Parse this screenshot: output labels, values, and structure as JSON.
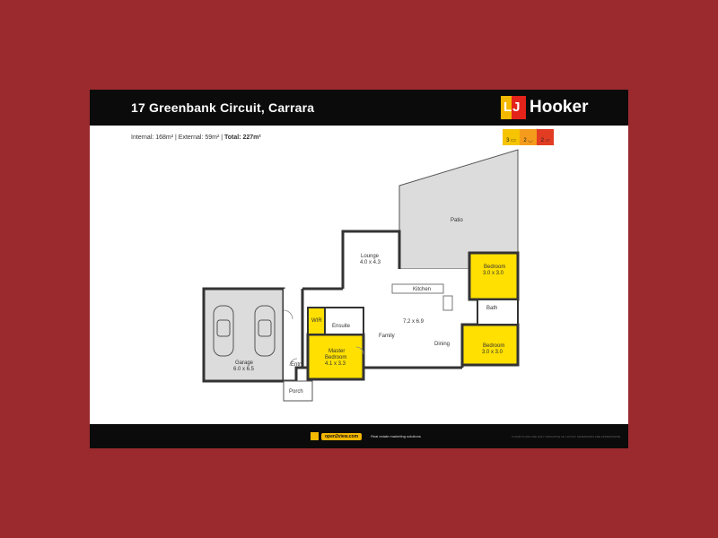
{
  "listing": {
    "address": "17 Greenbank Circuit, Carrara",
    "area_internal": "Internal: 168m² | External: 59m² | ",
    "area_total": "Total: 227m²"
  },
  "brand": {
    "mark": "LJ",
    "name": "Hooker",
    "accent_yellow": "#f5b800",
    "accent_red": "#e4231b",
    "background_red": "#9a2a2e"
  },
  "stats": {
    "beds": "3",
    "baths": "2",
    "cars": "2"
  },
  "rooms": {
    "patio": "Patio",
    "lounge": "Lounge",
    "lounge_dim": "4.0 x 4.3",
    "kitchen": "Kitchen",
    "living_dim": "7.2 x 6.9",
    "family": "Family",
    "dining": "Dining",
    "bedroom_top": "Bedroom",
    "bedroom_top_dim": "3.0 x 3.0",
    "bath": "Bath",
    "bedroom_bottom": "Bedroom",
    "bedroom_bottom_dim": "3.0 x 3.0",
    "wir": "WIR",
    "ensuite": "Ensuite",
    "master": "Master",
    "master2": "Bedroom",
    "master_dim": "4.1 x 3.3",
    "garage": "Garage",
    "garage_dim": "6.0 x 6.5",
    "entry": "Entry",
    "porch": "Porch"
  },
  "footer": {
    "ov_name": "open2view.com",
    "tagline": "Real estate marketing solutions",
    "disclaimer": "FLOOR PLANS ARE ONLY INDICATIVE OF LAYOUT. DIMENSIONS ARE APPROXIMATE."
  }
}
